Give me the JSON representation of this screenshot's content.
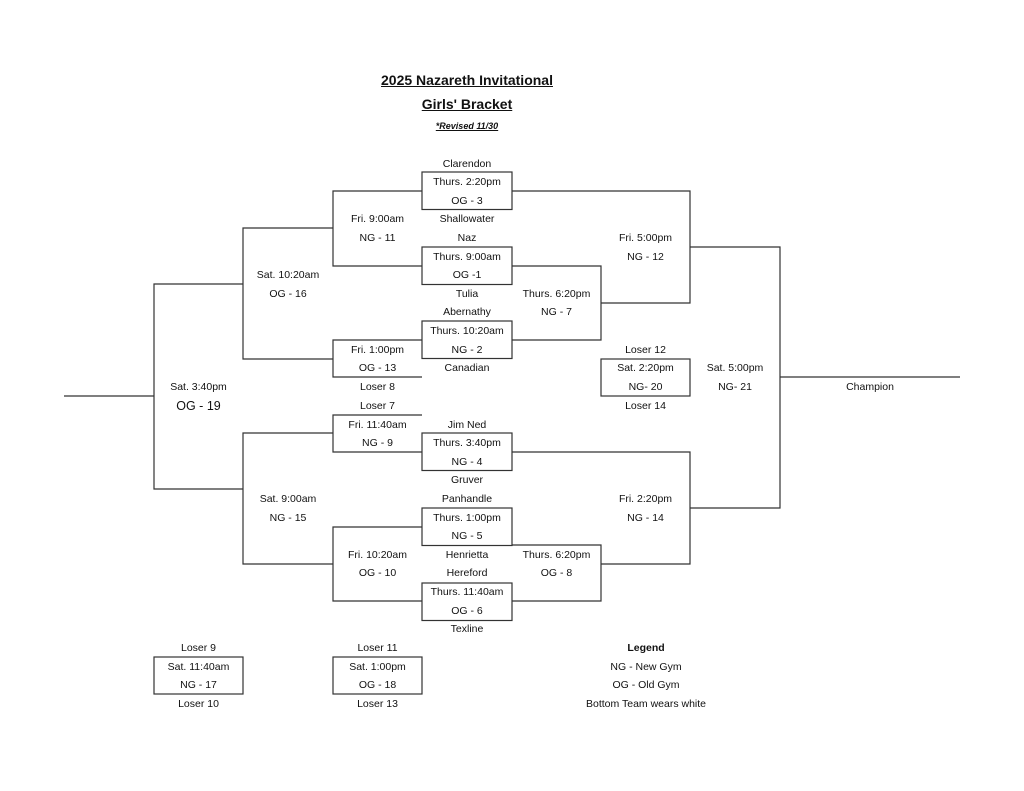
{
  "header": {
    "title": "2025 Nazareth Invitational",
    "subtitle": "Girls' Bracket",
    "revised": "*Revised 11/30"
  },
  "round1": [
    {
      "top_team": "Clarendon",
      "time": "Thurs. 2:20pm",
      "game": "OG - 3",
      "bottom_team": "Shallowater"
    },
    {
      "top_team": "Naz",
      "time": "Thurs. 9:00am",
      "game": "OG -1",
      "bottom_team": "Tulia"
    },
    {
      "top_team": "Abernathy",
      "time": "Thurs. 10:20am",
      "game": "NG - 2",
      "bottom_team": "Canadian"
    },
    {
      "top_team": "Jim Ned",
      "time": "Thurs. 3:40pm",
      "game": "NG - 4",
      "bottom_team": "Gruver"
    },
    {
      "top_team": "Panhandle",
      "time": "Thurs. 1:00pm",
      "game": "NG - 5",
      "bottom_team": "Henrietta"
    },
    {
      "top_team": "Hereford",
      "time": "Thurs. 11:40am",
      "game": "OG - 6",
      "bottom_team": "Texline"
    }
  ],
  "consolation_thurs": [
    {
      "time": "Thurs. 6:20pm",
      "game": "NG - 7"
    },
    {
      "time": "Thurs. 6:20pm",
      "game": "OG - 8"
    }
  ],
  "left_fri": [
    {
      "time": "Fri. 9:00am",
      "game": "NG - 11"
    },
    {
      "time": "Fri. 1:00pm",
      "game": "OG - 13",
      "feeder": "Loser 8"
    },
    {
      "time": "Fri. 11:40am",
      "game": "NG - 9",
      "feeder": "Loser 7"
    },
    {
      "time": "Fri. 10:20am",
      "game": "OG - 10"
    }
  ],
  "right_fri": [
    {
      "time": "Fri. 5:00pm",
      "game": "NG - 12"
    },
    {
      "time": "Fri. 2:20pm",
      "game": "NG - 14"
    }
  ],
  "sat_left": [
    {
      "time": "Sat. 10:20am",
      "game": "OG - 16"
    },
    {
      "time": "Sat. 9:00am",
      "game": "NG - 15"
    }
  ],
  "sat_final_left": {
    "time": "Sat. 3:40pm",
    "game": "OG - 19"
  },
  "third_place": {
    "top": "Loser 12",
    "time": "Sat. 2:20pm",
    "game": "NG- 20",
    "bottom": "Loser 14"
  },
  "championship": {
    "time": "Sat. 5:00pm",
    "game": "NG- 21",
    "label": "Champion"
  },
  "bottom_games": [
    {
      "top": "Loser 9",
      "time": "Sat. 11:40am",
      "game": "NG - 17",
      "bottom": "Loser 10"
    },
    {
      "top": "Loser 11",
      "time": "Sat. 1:00pm",
      "game": "OG - 18",
      "bottom": "Loser 13"
    }
  ],
  "legend": {
    "title": "Legend",
    "items": [
      "NG - New Gym",
      "OG - Old Gym",
      "Bottom Team wears white"
    ]
  }
}
